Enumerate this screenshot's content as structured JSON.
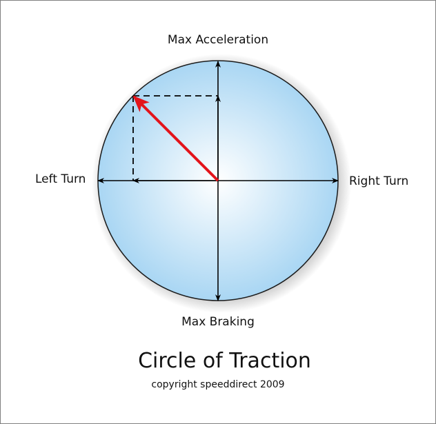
{
  "labels": {
    "top": "Max Acceleration",
    "bottom": "Max Braking",
    "left": "Left Turn",
    "right": "Right Turn"
  },
  "title": "Circle of Traction",
  "copyright": "copyright speeddirect 2009",
  "colors": {
    "circle_fill_center": "#ffffff",
    "circle_fill_edge": "#a9d6f3",
    "circle_stroke": "#1a1a1a",
    "axis_color": "#000000",
    "resultant_arrow_color": "#e3141b",
    "dashed_line_color": "#000000",
    "background": "#ffffff"
  }
}
